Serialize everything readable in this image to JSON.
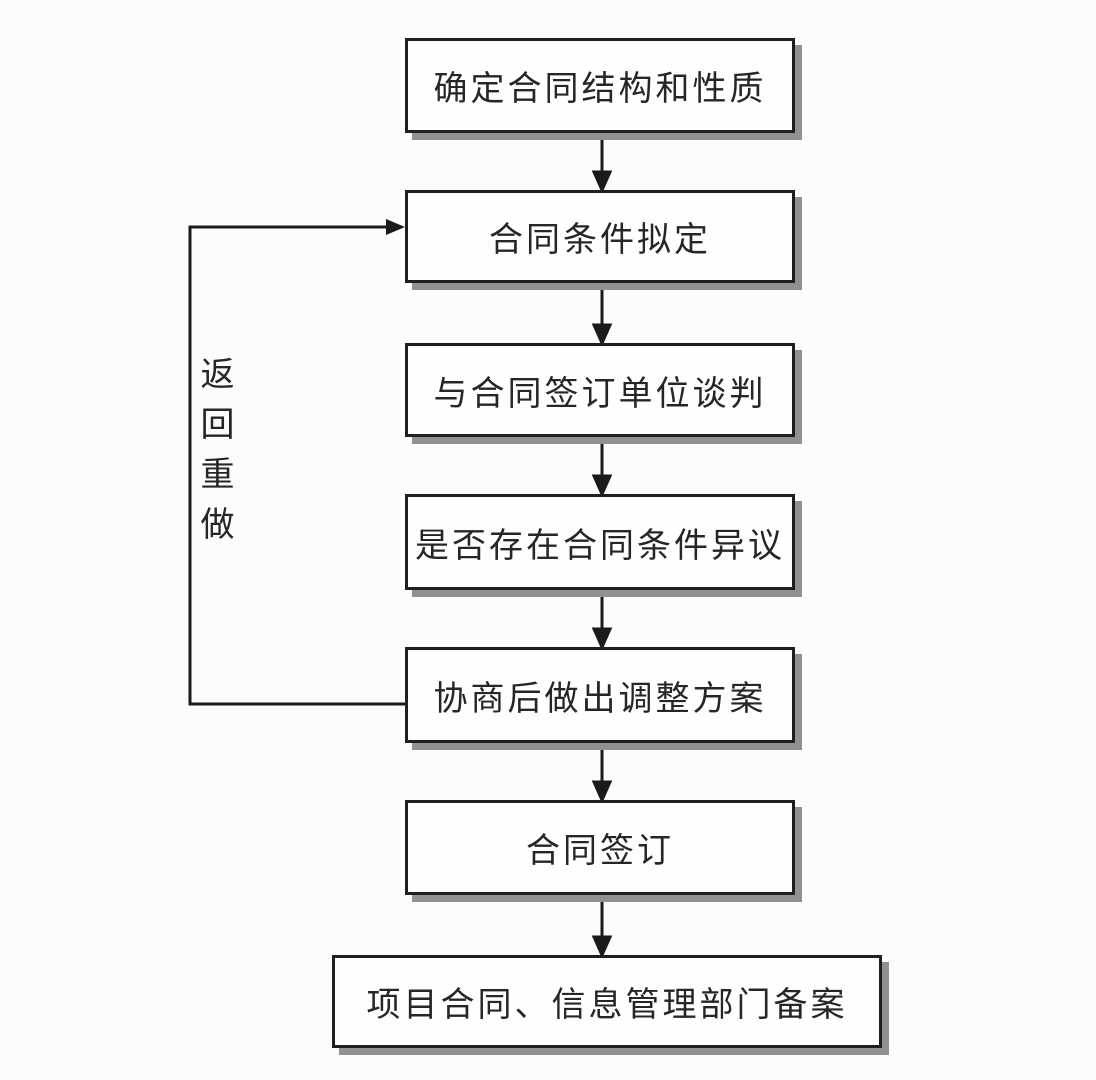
{
  "diagram": {
    "type": "flowchart",
    "direction": "top-down",
    "nodes": [
      {
        "id": 1,
        "label": "确定合同结构和性质"
      },
      {
        "id": 2,
        "label": "合同条件拟定"
      },
      {
        "id": 3,
        "label": "与合同签订单位谈判"
      },
      {
        "id": 4,
        "label": "是否存在合同条件异议"
      },
      {
        "id": 5,
        "label": "协商后做出调整方案"
      },
      {
        "id": 6,
        "label": "合同签订"
      },
      {
        "id": 7,
        "label": "项目合同、信息管理部门备案"
      }
    ],
    "edges": [
      {
        "from": 1,
        "to": 2
      },
      {
        "from": 2,
        "to": 3
      },
      {
        "from": 3,
        "to": 4
      },
      {
        "from": 4,
        "to": 5
      },
      {
        "from": 5,
        "to": 6
      },
      {
        "from": 6,
        "to": 7
      },
      {
        "from": 5,
        "to": 2,
        "label": "返回重做"
      }
    ],
    "loop_label": "返回重做",
    "colors": {
      "background": "#fdfcfc",
      "node_fill": "#fefefe",
      "node_border": "#1f1f1f",
      "node_shadow": "#919191",
      "line": "#1a1a1a",
      "text": "#262626"
    }
  }
}
